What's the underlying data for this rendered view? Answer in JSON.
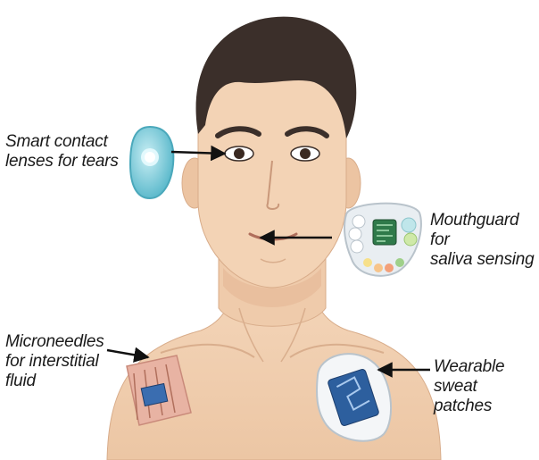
{
  "labels": {
    "contact_lens": "Smart contact\nlenses for tears",
    "mouthguard": "Mouthguard for\nsaliva sensing",
    "microneedles": "Microneedles\nfor interstitial\nfluid",
    "sweat_patch": "Wearable\nsweat patches"
  },
  "colors": {
    "skin": "#f2d2b4",
    "skin_shadow": "#e3b998",
    "hair": "#3b2f2a",
    "lens": "#7fc8d6",
    "mouthguard": "#e9eef2",
    "patch_board": "#2d5f9e",
    "microneedle_patch": "#e8b3a3",
    "arrow": "#111111"
  }
}
